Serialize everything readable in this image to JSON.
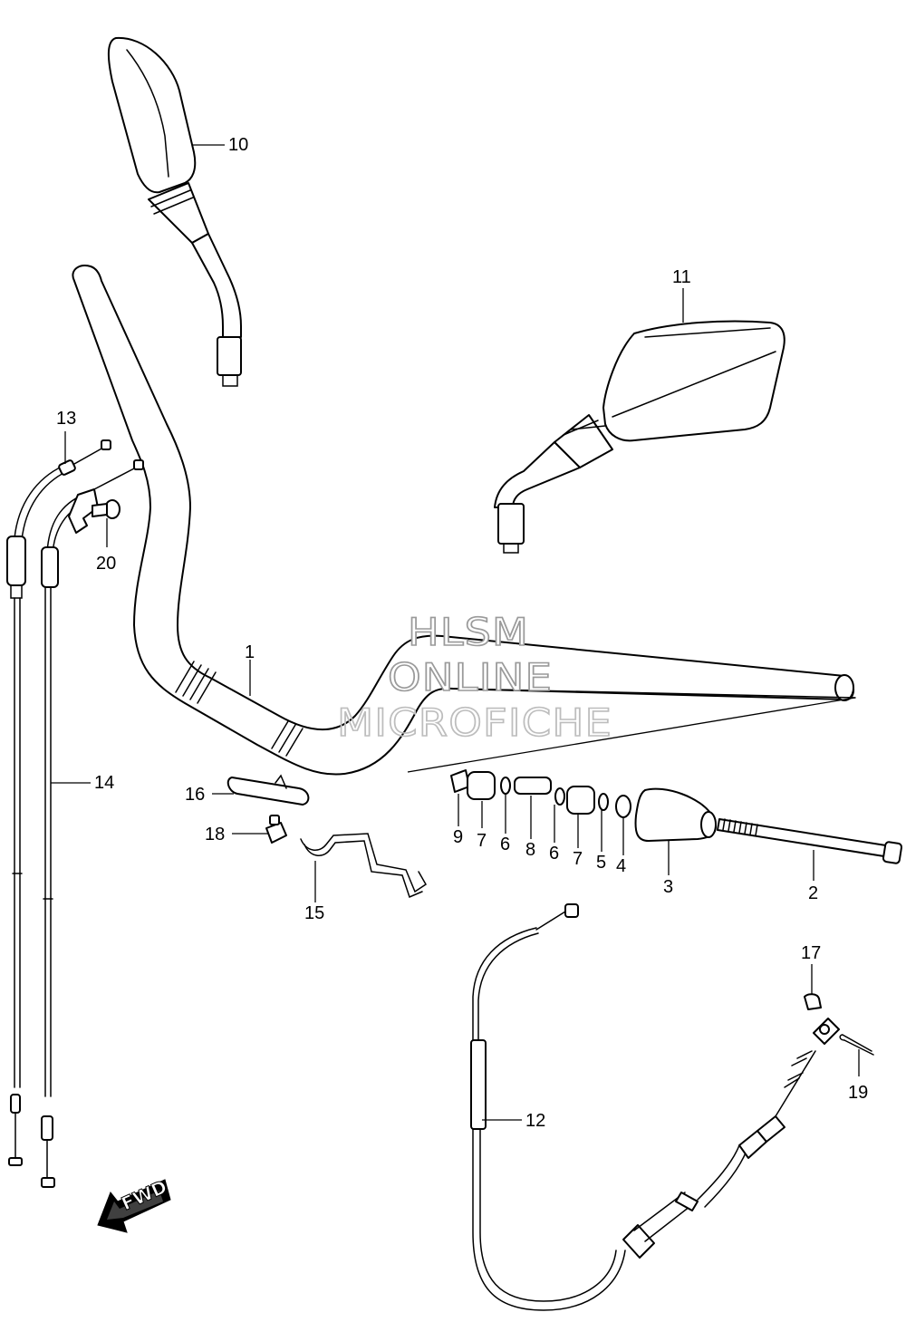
{
  "watermark": {
    "line1": "HLSM",
    "line2": "ONLINE",
    "line3": "MICROFICHE"
  },
  "direction_badge": "FWD",
  "callouts": [
    {
      "id": "c1",
      "label": "1"
    },
    {
      "id": "c2",
      "label": "2"
    },
    {
      "id": "c3",
      "label": "3"
    },
    {
      "id": "c4",
      "label": "4"
    },
    {
      "id": "c5",
      "label": "5"
    },
    {
      "id": "c6a",
      "label": "6"
    },
    {
      "id": "c6b",
      "label": "6"
    },
    {
      "id": "c7a",
      "label": "7"
    },
    {
      "id": "c7b",
      "label": "7"
    },
    {
      "id": "c8",
      "label": "8"
    },
    {
      "id": "c9",
      "label": "9"
    },
    {
      "id": "c10",
      "label": "10"
    },
    {
      "id": "c11",
      "label": "11"
    },
    {
      "id": "c12",
      "label": "12"
    },
    {
      "id": "c13",
      "label": "13"
    },
    {
      "id": "c14",
      "label": "14"
    },
    {
      "id": "c15",
      "label": "15"
    },
    {
      "id": "c16",
      "label": "16"
    },
    {
      "id": "c17",
      "label": "17"
    },
    {
      "id": "c18",
      "label": "18"
    },
    {
      "id": "c19",
      "label": "19"
    },
    {
      "id": "c20",
      "label": "20"
    }
  ]
}
